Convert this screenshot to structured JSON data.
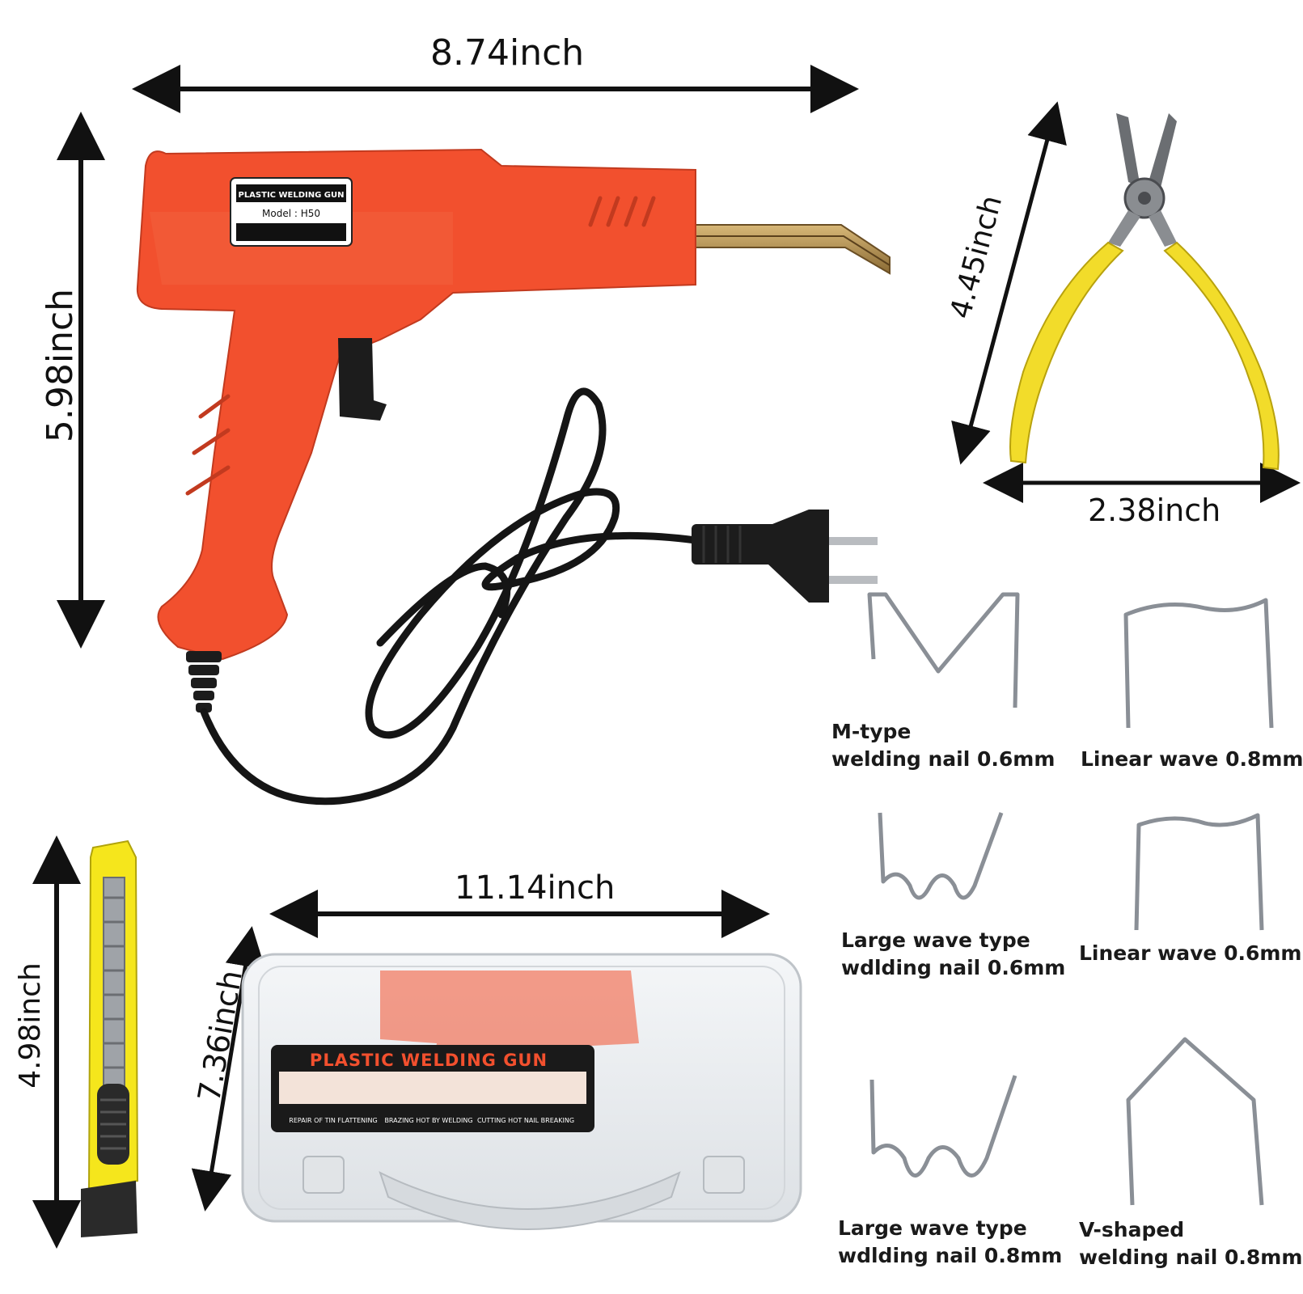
{
  "dimensions": {
    "gun_width": "8.74inch",
    "gun_height": "5.98inch",
    "pliers_length": "4.45inch",
    "pliers_width": "2.38inch",
    "case_width": "11.14inch",
    "case_height": "7.36inch",
    "knife_length": "4.98inch"
  },
  "gun_label": {
    "title": "PLASTIC WELDING GUN",
    "model": "Model : H50"
  },
  "case_label": {
    "title": "PLASTIC WELDING GUN",
    "caption_1": "REPAIR OF TIN FLATTENING",
    "caption_2": "BRAZING HOT BY WELDING",
    "caption_3": "CUTTING HOT NAIL BREAKING"
  },
  "nails": [
    {
      "line1": "M-type",
      "line2": "welding nail 0.6mm"
    },
    {
      "line1": "Linear wave 0.8mm",
      "line2": ""
    },
    {
      "line1": "Large wave type",
      "line2": "wdlding nail 0.6mm"
    },
    {
      "line1": "Linear wave 0.6mm",
      "line2": ""
    },
    {
      "line1": "Large wave type",
      "line2": "wdlding nail 0.8mm"
    },
    {
      "line1": "V-shaped",
      "line2": "welding nail 0.8mm"
    }
  ],
  "colors": {
    "gun_body": "#f2502e",
    "pliers_handle": "#f2dc2a",
    "knife_body": "#f5e61c",
    "case_body": "#eceff2",
    "nail_wire": "#8a8f96"
  }
}
